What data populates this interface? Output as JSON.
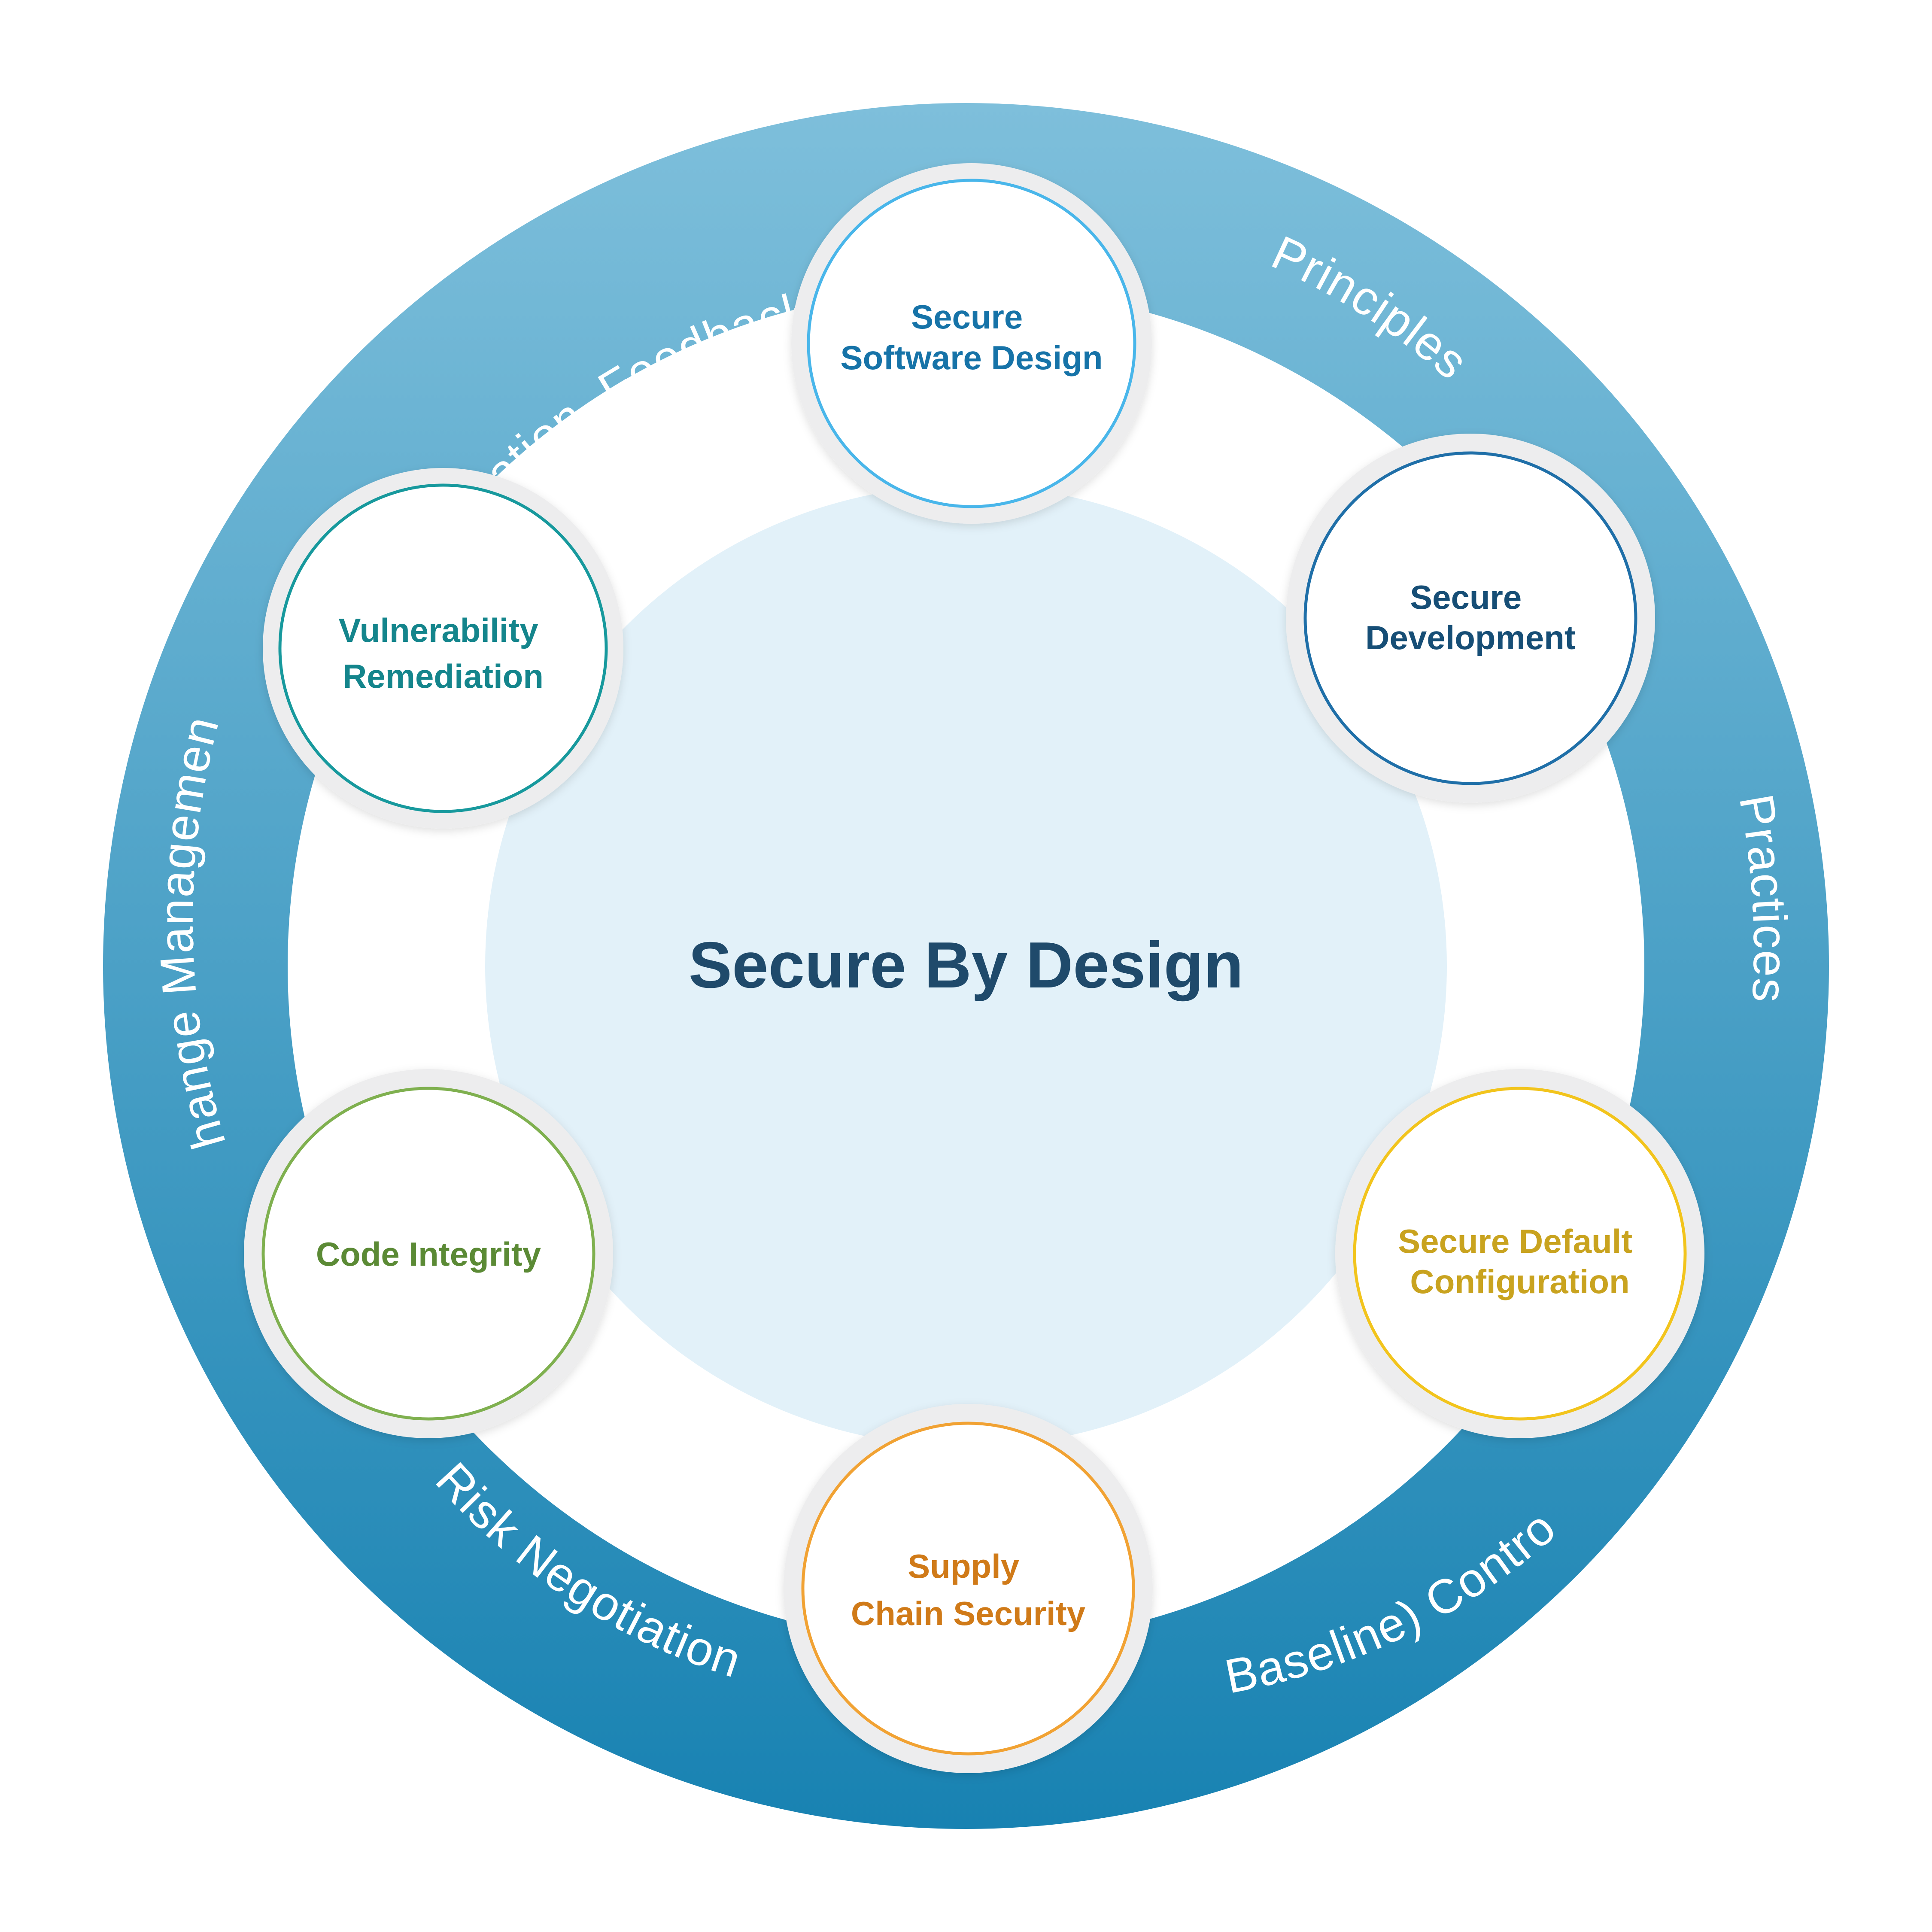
{
  "center": {
    "title": "Secure By Design",
    "title_color": "#1f4a6b",
    "fill_color": "#e2f1f9"
  },
  "ring": {
    "gradient_top": "#7ebfdb",
    "gradient_bottom": "#1882b2",
    "labels": [
      {
        "id": "observation-feedback",
        "text": "Observation, Feedback"
      },
      {
        "id": "principles",
        "text": "Principles"
      },
      {
        "id": "practices",
        "text": "Practices"
      },
      {
        "id": "baseline-controls",
        "text": "(Baseline) Controls"
      },
      {
        "id": "risk-negotiation",
        "text": "Risk Negotiation"
      },
      {
        "id": "change-management",
        "text": "Change Management"
      }
    ]
  },
  "nodes": [
    {
      "id": "secure-software-design",
      "lines": [
        "Secure",
        "Software Design"
      ],
      "color": "#1673a8",
      "border_color": "#49b6ea"
    },
    {
      "id": "secure-development",
      "lines": [
        "Secure",
        "Development"
      ],
      "color": "#164e76",
      "border_color": "#1f6fa8"
    },
    {
      "id": "secure-default-configuration",
      "lines": [
        "Secure Default",
        "Configuration"
      ],
      "color": "#c9a31f",
      "border_color": "#f2c41c"
    },
    {
      "id": "supply-chain-security",
      "lines": [
        "Supply",
        "Chain Security"
      ],
      "color": "#d07a18",
      "border_color": "#f1a233"
    },
    {
      "id": "code-integrity",
      "lines": [
        "Code Integrity"
      ],
      "color": "#5b8a35",
      "border_color": "#7fb04f"
    },
    {
      "id": "vulnerability-remediation",
      "lines": [
        "Vulnerability",
        "Remediation"
      ],
      "color": "#14858c",
      "border_color": "#17999d"
    }
  ]
}
